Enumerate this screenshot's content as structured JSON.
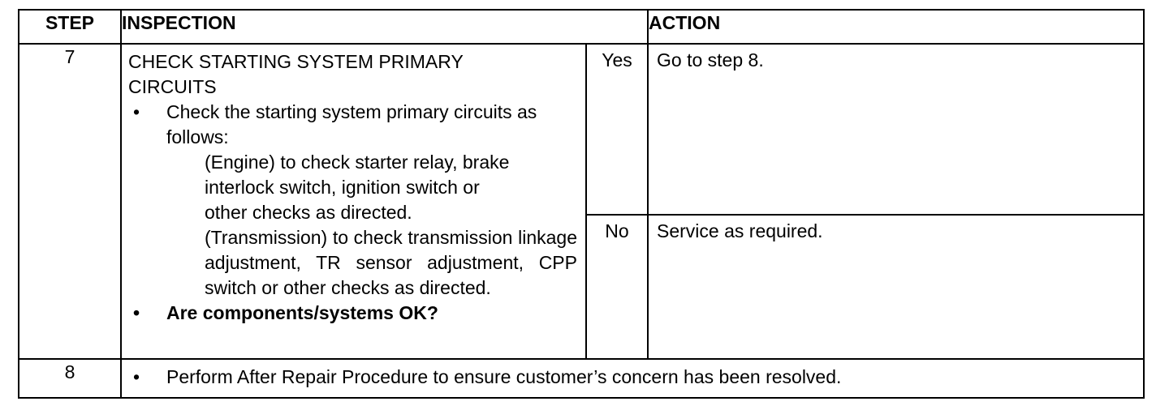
{
  "table": {
    "header": {
      "step": "STEP",
      "inspection": "INSPECTION",
      "action": "ACTION"
    },
    "step7": {
      "number": "7",
      "title_line1": "CHECK STARTING SYSTEM PRIMARY",
      "title_line2": "CIRCUITS",
      "bullet1": "Check the starting system primary circuits as follows:",
      "engine_text": "(Engine) to check starter relay, brake interlock switch, ignition switch or other checks as directed.",
      "transmission_text": "(Transmission) to check transmission linkage adjustment, TR sensor adjustment, CPP switch or other checks as directed.",
      "question": "Are components/systems OK?",
      "yes_label": "Yes",
      "yes_action": "Go to step 8.",
      "no_label": "No",
      "no_action": "Service as required."
    },
    "step8": {
      "number": "8",
      "text": "Perform After Repair Procedure to ensure customer’s concern has been resolved."
    },
    "bullet_symbol": "•"
  }
}
